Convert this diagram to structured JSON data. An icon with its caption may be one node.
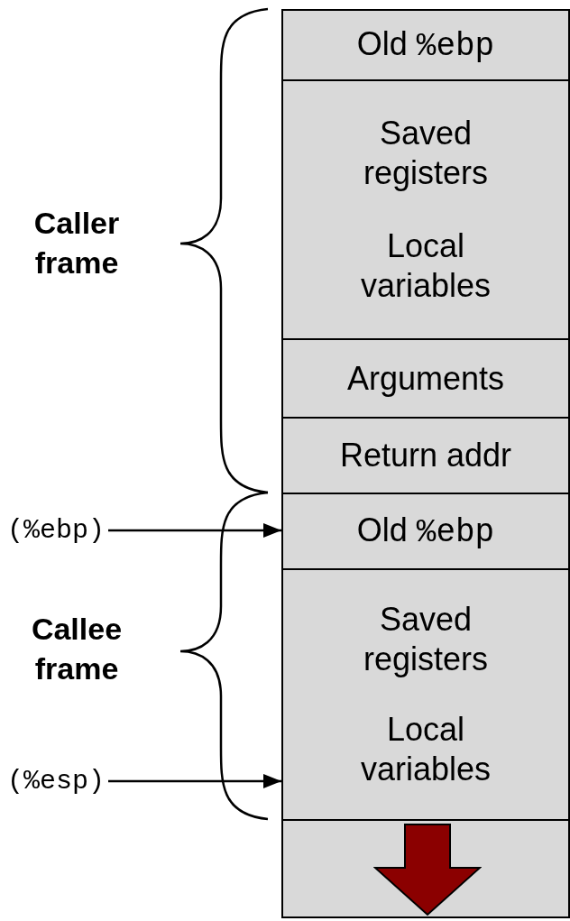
{
  "diagram": {
    "nodes": [
      {
        "text": [
          "Old %ebp"
        ]
      },
      {
        "text": [
          "Saved registers",
          "Local variables"
        ]
      },
      {
        "text": [
          "Arguments"
        ]
      },
      {
        "text": [
          "Return addr"
        ]
      },
      {
        "text": [
          "Old %ebp"
        ]
      },
      {
        "text": [
          "Saved registers",
          "Local variables"
        ]
      },
      {
        "text": [],
        "shape": "box"
      },
      {
        "text": [
          "(%ebp)"
        ]
      },
      {
        "text": [
          "(%esp)"
        ]
      }
    ],
    "edges": [
      {
        "from": 7,
        "to": 4,
        "arrow": "to"
      },
      {
        "from": 8,
        "to": 5,
        "arrow": "to"
      }
    ],
    "labels": [
      "Caller frame",
      "Callee frame"
    ]
  }
}
